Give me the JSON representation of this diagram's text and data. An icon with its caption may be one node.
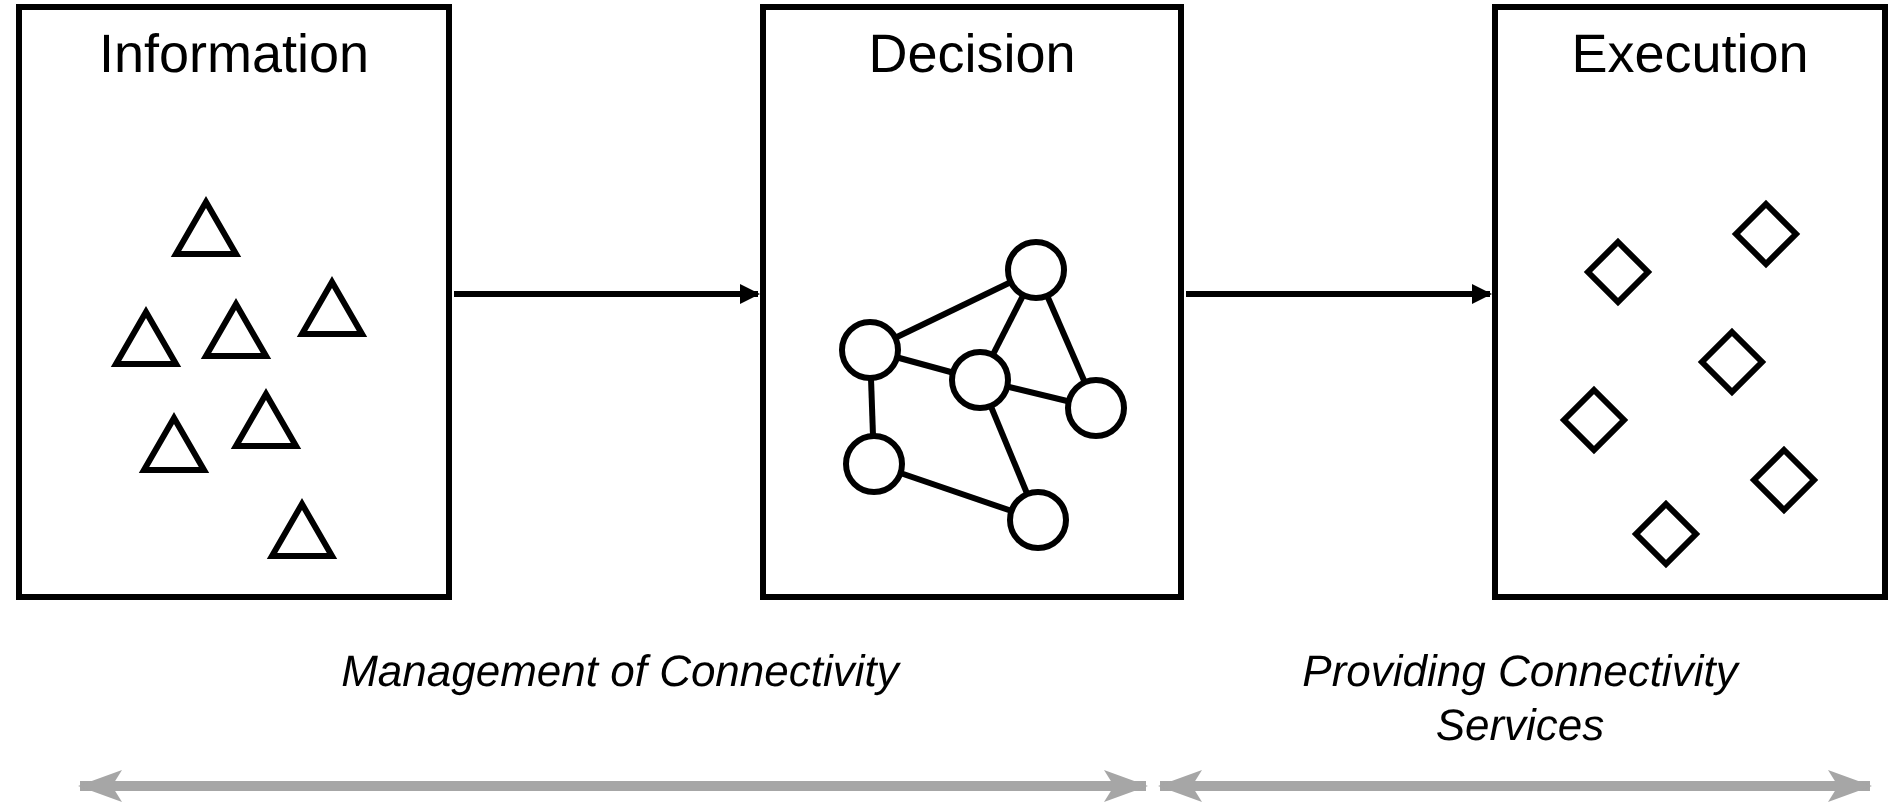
{
  "diagram": {
    "nodes": [
      {
        "text": [
          "Information"
        ]
      },
      {
        "text": [
          "Decision"
        ]
      },
      {
        "text": [
          "Execution"
        ]
      }
    ],
    "edges": [
      {
        "from": 0,
        "to": 1,
        "arrow": "to"
      },
      {
        "from": 1,
        "to": 2,
        "arrow": "to"
      }
    ],
    "labels": [
      "Management of Connectivity",
      "Providing Connectivity Services"
    ]
  }
}
